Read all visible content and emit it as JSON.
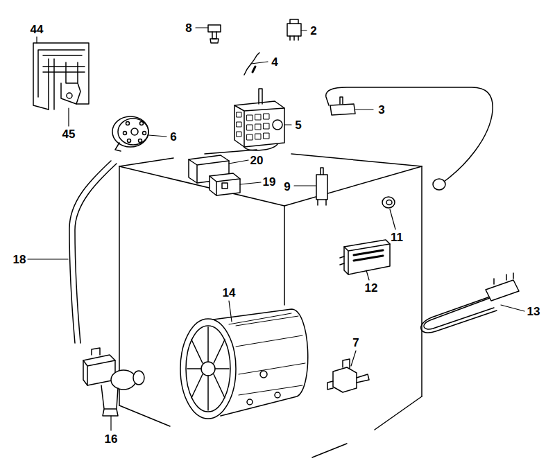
{
  "diagram": {
    "labels": [
      "44",
      "8",
      "2",
      "4",
      "3",
      "45",
      "6",
      "5",
      "20",
      "19",
      "9",
      "11",
      "18",
      "12",
      "14",
      "13",
      "7",
      "16"
    ]
  }
}
